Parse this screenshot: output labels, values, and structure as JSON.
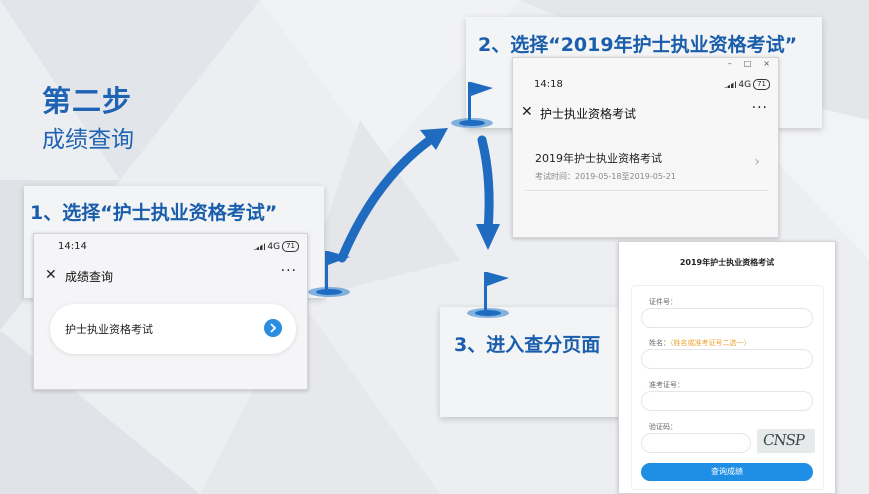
{
  "page": {
    "step_title": "第二步",
    "step_subtitle": "成绩查询",
    "accent_color": "#1a5eab"
  },
  "step1": {
    "title": "1、选择“护士执业资格考试”",
    "phone": {
      "time": "14:14",
      "network": "4G",
      "battery": "71",
      "nav_title": "成绩查询",
      "close_icon": "close-icon",
      "more_icon": "more-icon",
      "item_label": "护士执业资格考试",
      "item_arrow_icon": "chevron-right-circle-icon"
    }
  },
  "step2": {
    "title": "2、选择“2019年护士执业资格考试”",
    "phone": {
      "time": "14:18",
      "network": "4G",
      "battery": "71",
      "nav_title": "护士执业资格考试",
      "window_controls": [
        "–",
        "□",
        "×"
      ],
      "exam_name": "2019年护士执业资格考试",
      "exam_time": "考试时间：2019-05-18至2019-05-21"
    }
  },
  "step3": {
    "title": "3、进入查分页面",
    "form": {
      "header": "2019年护士执业资格考试",
      "id_label": "证件号：",
      "name_label": "姓名：",
      "name_hint": "（姓名或准考证号二选一）",
      "ticket_label": "准考证号：",
      "captcha_label": "验证码：",
      "captcha_text": "CNSP",
      "submit_label": "查询成绩"
    }
  }
}
